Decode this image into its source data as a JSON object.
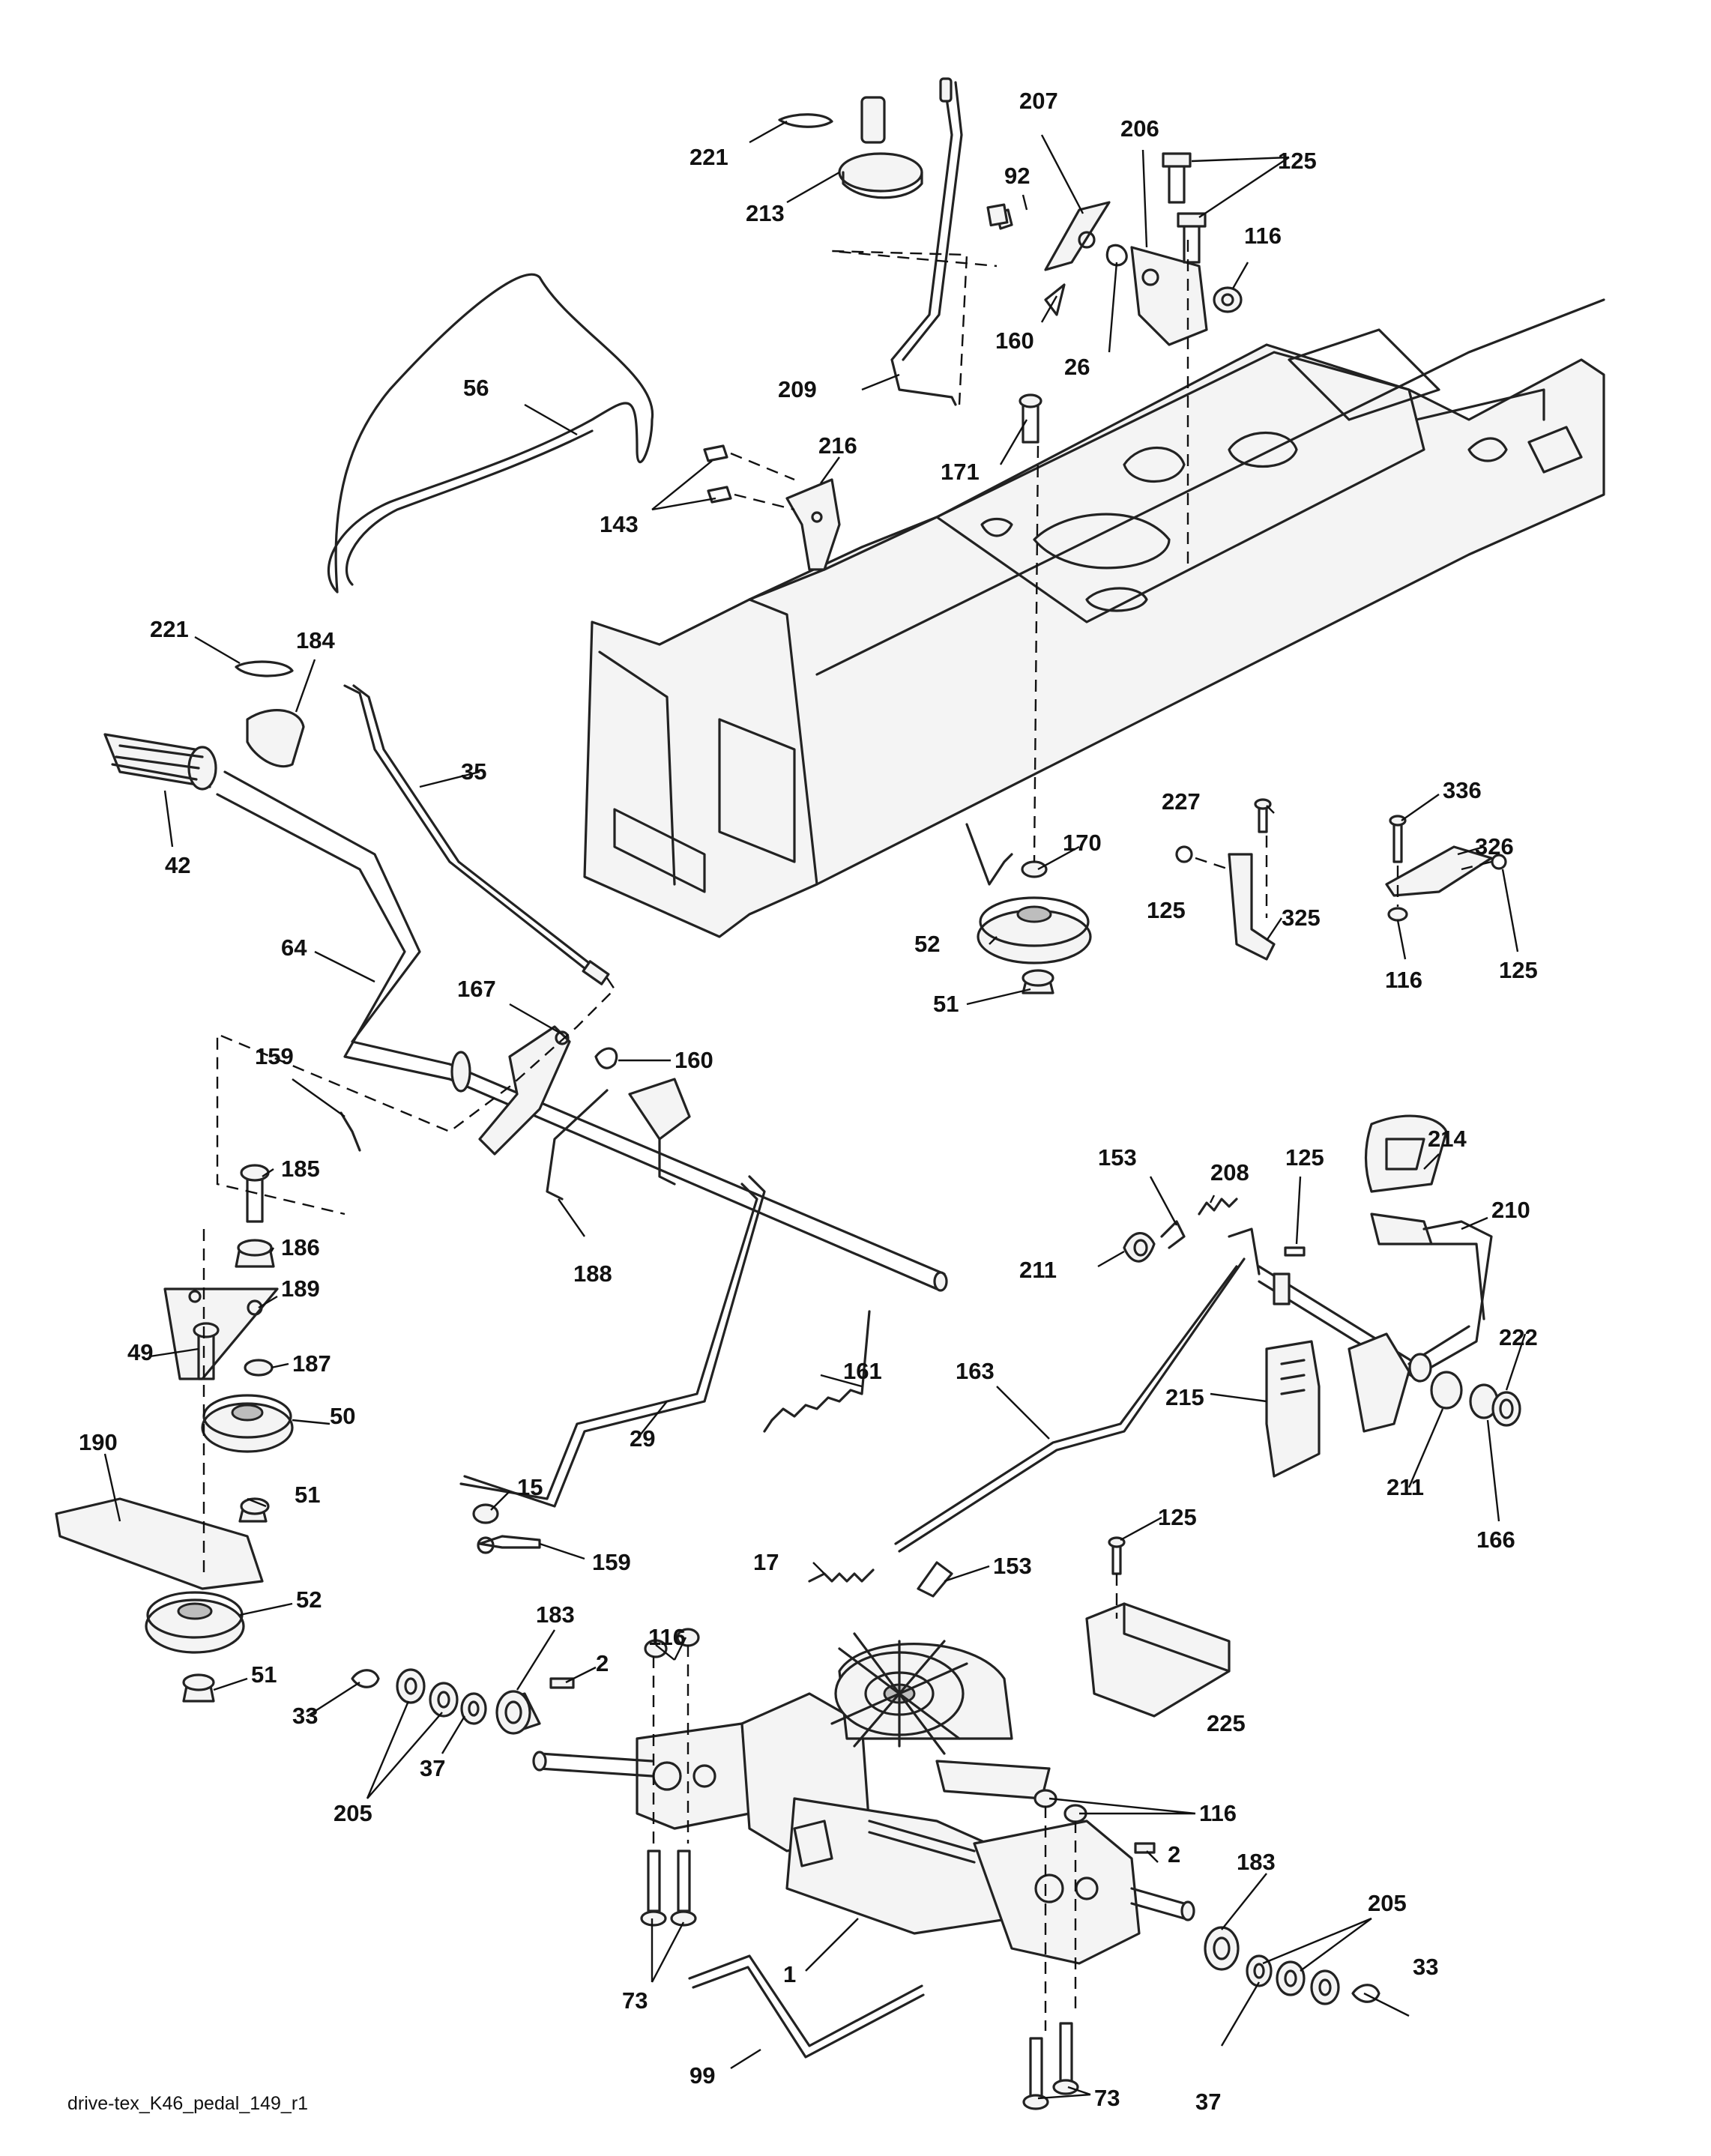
{
  "diagram": {
    "caption": "drive-tex_K46_pedal_149_r1",
    "callouts": [
      {
        "id": "c-221a",
        "label": "221"
      },
      {
        "id": "c-213",
        "label": "213"
      },
      {
        "id": "c-207",
        "label": "207"
      },
      {
        "id": "c-206",
        "label": "206"
      },
      {
        "id": "c-125a",
        "label": "125"
      },
      {
        "id": "c-92",
        "label": "92"
      },
      {
        "id": "c-116a",
        "label": "116"
      },
      {
        "id": "c-160a",
        "label": "160"
      },
      {
        "id": "c-26",
        "label": "26"
      },
      {
        "id": "c-56",
        "label": "56"
      },
      {
        "id": "c-209",
        "label": "209"
      },
      {
        "id": "c-216",
        "label": "216"
      },
      {
        "id": "c-171",
        "label": "171"
      },
      {
        "id": "c-143",
        "label": "143"
      },
      {
        "id": "c-221b",
        "label": "221"
      },
      {
        "id": "c-184",
        "label": "184"
      },
      {
        "id": "c-35",
        "label": "35"
      },
      {
        "id": "c-42",
        "label": "42"
      },
      {
        "id": "c-227",
        "label": "227"
      },
      {
        "id": "c-336",
        "label": "336"
      },
      {
        "id": "c-170",
        "label": "170"
      },
      {
        "id": "c-326",
        "label": "326"
      },
      {
        "id": "c-125b",
        "label": "125"
      },
      {
        "id": "c-325",
        "label": "325"
      },
      {
        "id": "c-52a",
        "label": "52"
      },
      {
        "id": "c-116b",
        "label": "116"
      },
      {
        "id": "c-125c",
        "label": "125"
      },
      {
        "id": "c-64",
        "label": "64"
      },
      {
        "id": "c-51a",
        "label": "51"
      },
      {
        "id": "c-167",
        "label": "167"
      },
      {
        "id": "c-159a",
        "label": "159"
      },
      {
        "id": "c-160b",
        "label": "160"
      },
      {
        "id": "c-214",
        "label": "214"
      },
      {
        "id": "c-185",
        "label": "185"
      },
      {
        "id": "c-153a",
        "label": "153"
      },
      {
        "id": "c-208",
        "label": "208"
      },
      {
        "id": "c-125d",
        "label": "125"
      },
      {
        "id": "c-210",
        "label": "210"
      },
      {
        "id": "c-186",
        "label": "186"
      },
      {
        "id": "c-211a",
        "label": "211"
      },
      {
        "id": "c-188",
        "label": "188"
      },
      {
        "id": "c-189",
        "label": "189"
      },
      {
        "id": "c-49",
        "label": "49"
      },
      {
        "id": "c-187",
        "label": "187"
      },
      {
        "id": "c-161",
        "label": "161"
      },
      {
        "id": "c-163",
        "label": "163"
      },
      {
        "id": "c-222",
        "label": "222"
      },
      {
        "id": "c-215",
        "label": "215"
      },
      {
        "id": "c-50",
        "label": "50"
      },
      {
        "id": "c-29",
        "label": "29"
      },
      {
        "id": "c-190",
        "label": "190"
      },
      {
        "id": "c-211b",
        "label": "211"
      },
      {
        "id": "c-15",
        "label": "15"
      },
      {
        "id": "c-51b",
        "label": "51"
      },
      {
        "id": "c-166",
        "label": "166"
      },
      {
        "id": "c-125e",
        "label": "125"
      },
      {
        "id": "c-159b",
        "label": "159"
      },
      {
        "id": "c-17",
        "label": "17"
      },
      {
        "id": "c-153b",
        "label": "153"
      },
      {
        "id": "c-52b",
        "label": "52"
      },
      {
        "id": "c-183a",
        "label": "183"
      },
      {
        "id": "c-116c",
        "label": "116"
      },
      {
        "id": "c-2a",
        "label": "2"
      },
      {
        "id": "c-51c",
        "label": "51"
      },
      {
        "id": "c-33a",
        "label": "33"
      },
      {
        "id": "c-37a",
        "label": "37"
      },
      {
        "id": "c-225",
        "label": "225"
      },
      {
        "id": "c-205a",
        "label": "205"
      },
      {
        "id": "c-116d",
        "label": "116"
      },
      {
        "id": "c-2b",
        "label": "2"
      },
      {
        "id": "c-183b",
        "label": "183"
      },
      {
        "id": "c-1",
        "label": "1"
      },
      {
        "id": "c-205b",
        "label": "205"
      },
      {
        "id": "c-73a",
        "label": "73"
      },
      {
        "id": "c-33b",
        "label": "33"
      },
      {
        "id": "c-99",
        "label": "99"
      },
      {
        "id": "c-73b",
        "label": "73"
      },
      {
        "id": "c-37b",
        "label": "37"
      }
    ]
  }
}
